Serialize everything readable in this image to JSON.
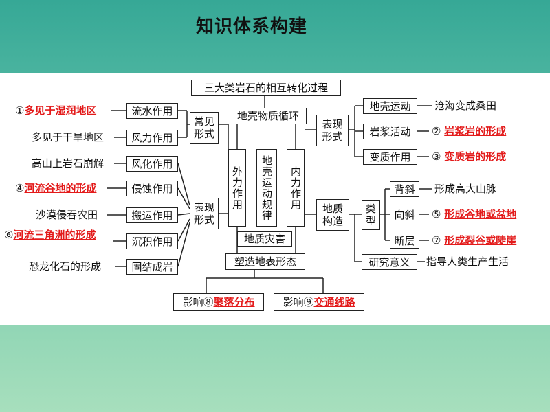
{
  "title": "知识体系构建",
  "top_box": "三大类岩石的相互转化过程",
  "cycle_box": "地壳物质循环",
  "external": "外力作用",
  "law": "地壳运动规律",
  "internal": "内力作用",
  "disaster": "地质灾害",
  "shape": "塑造地表形态",
  "effect8": {
    "prefix": "影响⑧",
    "answer": "聚落分布"
  },
  "effect9": {
    "prefix": "影响⑨",
    "answer": "交通线路"
  },
  "common_forms": "常见形式",
  "express_forms_left": "表现形式",
  "left_boxes": [
    "流水作用",
    "风力作用",
    "风化作用",
    "侵蚀作用",
    "搬运作用",
    "沉积作用",
    "固结成岩"
  ],
  "left_notes": [
    {
      "num": "①",
      "text": "多见于湿润地区",
      "answer": true
    },
    {
      "num": "",
      "text": "多见于干旱地区",
      "answer": false
    },
    {
      "num": "",
      "text": "高山上岩石崩解",
      "answer": false
    },
    {
      "num": "④",
      "text": "河流谷地的形成",
      "answer": true
    },
    {
      "num": "",
      "text": "沙漠侵吞农田",
      "answer": false
    },
    {
      "num": "⑥",
      "text": "河流三角洲的形成",
      "answer": true
    },
    {
      "num": "",
      "text": "恐龙化石的形成",
      "answer": false
    }
  ],
  "express_forms_right": "表现形式",
  "right_top_boxes": [
    "地壳运动",
    "岩浆活动",
    "变质作用"
  ],
  "right_top_notes": [
    {
      "num": "",
      "text": "沧海变成桑田",
      "answer": false
    },
    {
      "num": "②",
      "text": "岩浆岩的形成",
      "answer": true
    },
    {
      "num": "③",
      "text": "变质岩的形成",
      "answer": true
    }
  ],
  "geo_structure": "地质构造",
  "type_box": "类型",
  "structure_boxes": [
    "背斜",
    "向斜",
    "断层"
  ],
  "structure_notes": [
    {
      "num": "",
      "text": "形成高大山脉",
      "answer": false
    },
    {
      "num": "⑤",
      "text": "形成谷地或盆地",
      "answer": true
    },
    {
      "num": "⑦",
      "text": "形成裂谷或陡崖",
      "answer": true
    }
  ],
  "research_box": "研究意义",
  "research_note": "指导人类生产生活"
}
